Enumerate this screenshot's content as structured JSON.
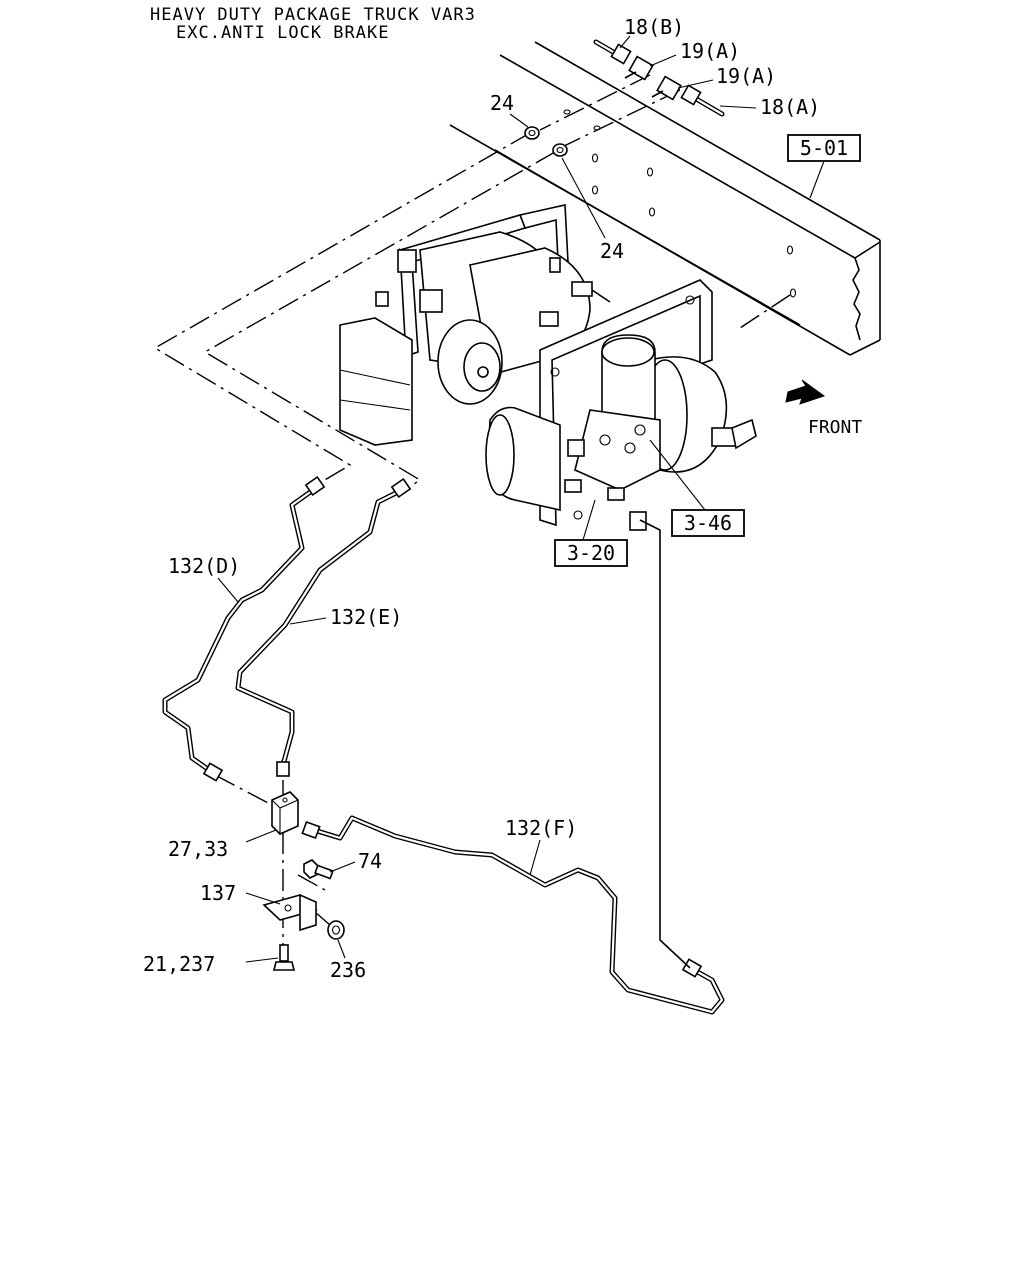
{
  "header": {
    "line1": "HEAVY DUTY PACKAGE TRUCK VAR3",
    "line2": "EXC.ANTI LOCK BRAKE"
  },
  "refs": {
    "r501": "5-01",
    "r346": "3-46",
    "r320": "3-20"
  },
  "direction": {
    "label": "FRONT",
    "icon": "arrow-front-icon"
  },
  "callouts": {
    "c18b": "18(B)",
    "c19a_1": "19(A)",
    "c19a_2": "19(A)",
    "c18a": "18(A)",
    "c24_1": "24",
    "c24_2": "24",
    "c132d": "132(D)",
    "c132e": "132(E)",
    "c132f": "132(F)",
    "c2733": "27,33",
    "c74": "74",
    "c137": "137",
    "c21237": "21,237",
    "c236": "236"
  }
}
